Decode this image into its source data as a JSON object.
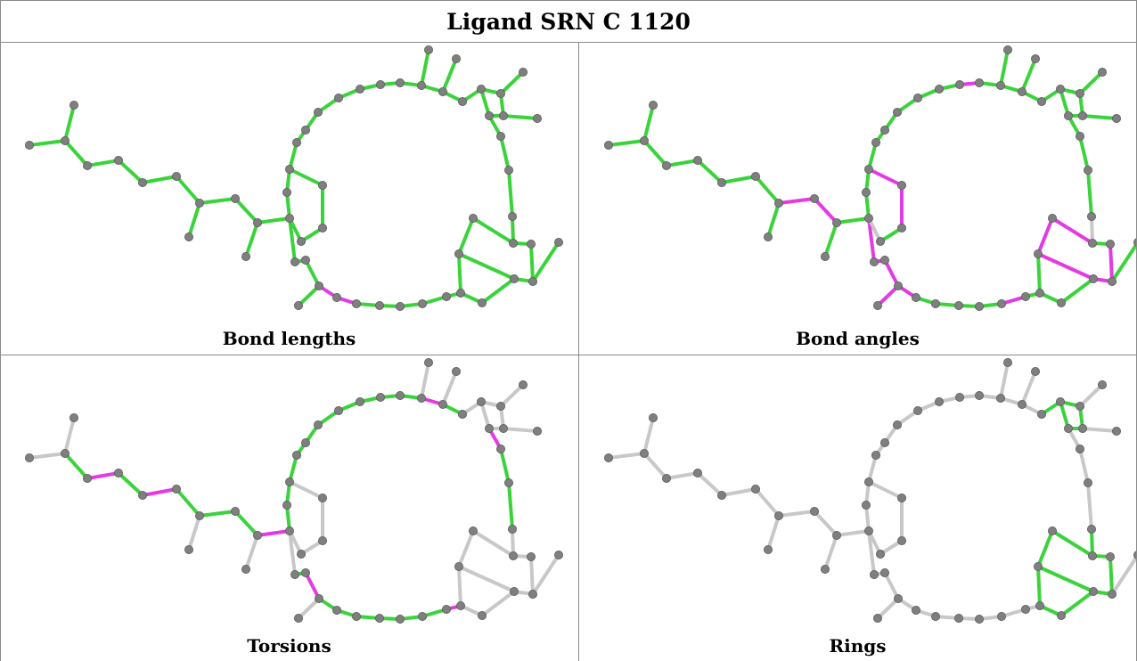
{
  "title": "Ligand SRN C 1120",
  "colors": {
    "ok": "#3bd33b",
    "outlier": "#e33be3",
    "unscored": "#c8c8c8",
    "atom": "#7f7f7f"
  },
  "panels": [
    {
      "caption": "Bond lengths"
    },
    {
      "caption": "Bond angles"
    },
    {
      "caption": "Torsions"
    },
    {
      "caption": "Rings"
    }
  ]
}
